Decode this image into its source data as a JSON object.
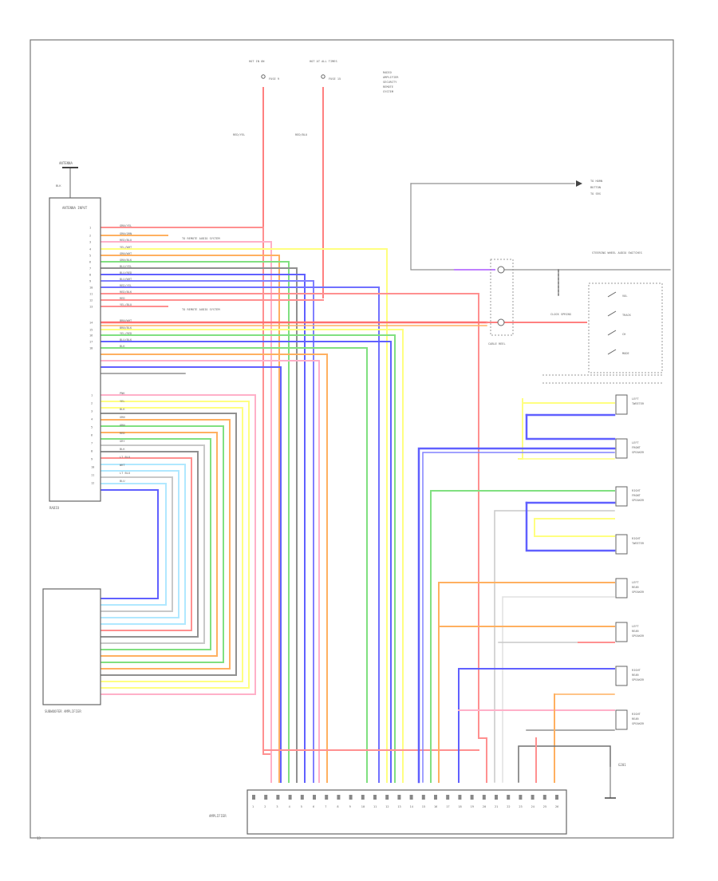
{
  "diagram": {
    "radio_title": "RADIO",
    "antenna_label": "ANTENNA",
    "antenna_note": "BLK",
    "radio_header": "ANTENNA INPUT",
    "subwoofer_title": "SUBWOOFER AMPLIFIER",
    "amp_title": "AMPLIFIER",
    "page_mark": "13",
    "fuse_a": {
      "top": "HOT IN ON",
      "label": "FUSE 9",
      "wire": "RED/YEL"
    },
    "fuse_b": {
      "top": "HOT AT ALL TIMES",
      "label": "FUSE 15",
      "wire": "RED/BLU"
    },
    "fuse_note": [
      "RADIO",
      "AMPLIFIER",
      "SECURITY",
      "REMOTE",
      "SYSTEM"
    ],
    "to_system_1": "TO REMOTE AUDIO SYSTEM",
    "to_system_2": "TO REMOTE AUDIO SYSTEM",
    "steering_label": "STEERING WHEEL AUDIO SWITCHES",
    "cable_reel": "CABLE REEL",
    "clock_spring": "CLOCK SPRING",
    "switch_labels": [
      "VOL",
      "TRACK",
      "CH",
      "MODE"
    ],
    "top_right_note": [
      "TO HORN",
      "BUTTON",
      "TO SRS"
    ],
    "radio_pins": [
      {
        "n": "1",
        "w": "GRN/YEL"
      },
      {
        "n": "2",
        "w": "GRN/ORN"
      },
      {
        "n": "3",
        "w": "RED/BLU"
      },
      {
        "n": "4",
        "w": "YEL/WHT"
      },
      {
        "n": "5",
        "w": "GRN/WHT"
      },
      {
        "n": "6",
        "w": "GRN/BLK"
      },
      {
        "n": "7",
        "w": "BLU/YEL"
      },
      {
        "n": "8",
        "w": "BLU/RED"
      },
      {
        "n": "9",
        "w": "BLU/WHT"
      },
      {
        "n": "10",
        "w": "RED/YEL"
      },
      {
        "n": "11",
        "w": "RED/BLK"
      },
      {
        "n": "12",
        "w": "RED"
      },
      {
        "n": "13",
        "w": "YEL/BLU"
      },
      {
        "n": "14",
        "w": "BRN/WHT"
      },
      {
        "n": "15",
        "w": "BRN/BLK"
      },
      {
        "n": "16",
        "w": "YEL/RED"
      },
      {
        "n": "17",
        "w": "BLU/BLK"
      },
      {
        "n": "18",
        "w": "BLK"
      }
    ],
    "radio_pins_lower": [
      {
        "n": "1",
        "w": "PNK"
      },
      {
        "n": "2",
        "w": "YEL"
      },
      {
        "n": "3",
        "w": "BLK"
      },
      {
        "n": "4",
        "w": "GRN"
      },
      {
        "n": "5",
        "w": "ORN"
      },
      {
        "n": "6",
        "w": "RED"
      },
      {
        "n": "7",
        "w": "GRY"
      },
      {
        "n": "8",
        "w": "BLK"
      },
      {
        "n": "9",
        "w": "LT BLU"
      },
      {
        "n": "10",
        "w": "WHT"
      },
      {
        "n": "11",
        "w": "LT BLU"
      },
      {
        "n": "12",
        "w": "BLU"
      }
    ],
    "speakers": [
      {
        "id": "sp1",
        "l1": "LEFT",
        "l2": "TWEETER"
      },
      {
        "id": "sp2",
        "l1": "LEFT",
        "l2": "FRONT",
        "l3": "SPEAKER"
      },
      {
        "id": "sp3",
        "l1": "RIGHT",
        "l2": "FRONT",
        "l3": "SPEAKER"
      },
      {
        "id": "sp4",
        "l1": "RIGHT",
        "l2": "TWEETER"
      },
      {
        "id": "sp5",
        "l1": "LEFT",
        "l2": "REAR",
        "l3": "SPEAKER"
      },
      {
        "id": "sp6",
        "l1": "LEFT",
        "l2": "REAR",
        "l3": "SPEAKER"
      },
      {
        "id": "sp7",
        "l1": "RIGHT",
        "l2": "REAR",
        "l3": "SPEAKER"
      },
      {
        "id": "sp8",
        "l1": "RIGHT",
        "l2": "REAR",
        "l3": "SPEAKER"
      }
    ],
    "amp_pins": [
      "1",
      "2",
      "3",
      "4",
      "5",
      "6",
      "7",
      "8",
      "9",
      "10",
      "11",
      "12",
      "13",
      "14",
      "15",
      "16",
      "17",
      "18",
      "19",
      "20",
      "21",
      "22",
      "23",
      "24",
      "25",
      "26"
    ],
    "ground": "G201",
    "colors": {
      "red": "#ff8080",
      "pink": "#ffb0c8",
      "orange": "#ffb060",
      "yellow": "#ffff80",
      "green": "#80e080",
      "blue": "#6060ff",
      "ltblue": "#b0e8ff",
      "gray": "#c8c8c8",
      "black": "#707070",
      "purple": "#c080ff"
    }
  }
}
